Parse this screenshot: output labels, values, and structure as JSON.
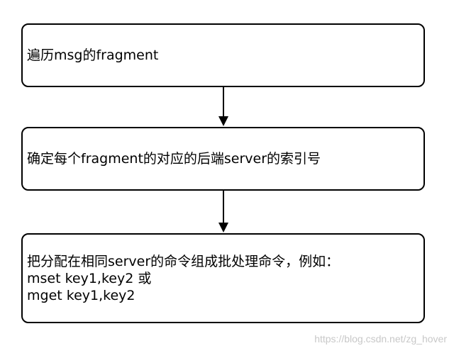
{
  "steps": [
    {
      "text": "遍历msg的fragment"
    },
    {
      "text": "确定每个fragment的对应的后端server的索引号"
    },
    {
      "lines": [
        "把分配在相同server的命令组成批处理命令，例如：",
        "mset key1,key2 或",
        "mget key1,key2"
      ]
    }
  ],
  "watermark": "https://blog.csdn.net/zg_hover",
  "colors": {
    "stroke": "#000000",
    "background": "#ffffff",
    "watermark": "#c8c8c8"
  }
}
